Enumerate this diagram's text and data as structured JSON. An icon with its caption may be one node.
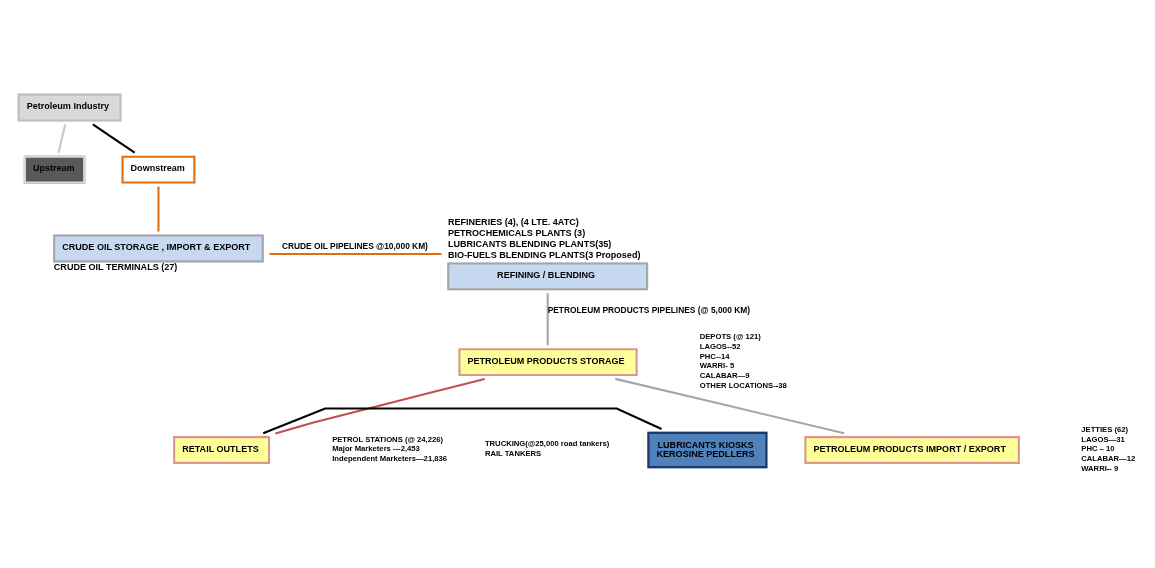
{
  "diagram": {
    "nodes": [
      {
        "text": [
          "Petroleum Industry"
        ]
      },
      {
        "text": [
          "Upstream"
        ]
      },
      {
        "text": [
          "Downstream"
        ]
      },
      {
        "text": [
          "CRUDE OIL STORAGE , IMPORT & EXPORT"
        ],
        "beside": [
          "CRUDE OIL TERMINALS (27)"
        ]
      },
      {
        "text": [
          "REFINING / BLENDING"
        ],
        "beside": [
          "REFINERIES (4), (4 LTE. 4ATC)",
          "PETROCHEMICALS PLANTS (3)",
          "LUBRICANTS BLENDING PLANTS(35)",
          "BIO-FUELS BLENDING PLANTS(3 Proposed)"
        ]
      },
      {
        "text": [
          "PETROLEUM PRODUCTS STORAGE"
        ]
      },
      {
        "text": [
          "PETROLEUM PRODUCTS IMPORT / EXPORT"
        ]
      },
      {
        "text": [
          "LUBRICANTS KIOSKS",
          "KEROSINE PEDLLERS"
        ]
      },
      {
        "text": [
          "RETAIL OUTLETS"
        ]
      }
    ],
    "edges": [
      {
        "from": 0,
        "to": 1,
        "arrow": "none",
        "color": "#c8c8c8"
      },
      {
        "from": 0,
        "to": 2,
        "arrow": "none",
        "color": "#000000"
      },
      {
        "from": 2,
        "to": 3,
        "arrow": "none",
        "color": "#e46c0a"
      },
      {
        "from": 3,
        "to": 4,
        "arrow": "none",
        "color": "#e46c0a",
        "label": "CRUDE OIL PIPELINES @10,000 KM)"
      },
      {
        "from": 4,
        "to": 5,
        "arrow": "none",
        "color": "#a6a6a6",
        "label": "PETROLEUM PRODUCTS PIPELINES (@ 5,000 KM)"
      },
      {
        "from": 6,
        "to": 5,
        "arrow": "none",
        "color": "#a6a6a6"
      },
      {
        "from": 5,
        "to": 8,
        "arrow": "none",
        "color": "#c0504d"
      },
      {
        "from": 7,
        "to": 8,
        "arrow": "none",
        "color": "#000000"
      }
    ],
    "labels": [
      "DEPOTS (@ 121)",
      "LAGOS--52",
      "PHC--14",
      "WARRI- 5",
      "CALABAR—9",
      "OTHER LOCATIONS--38",
      "JETTIES (62)",
      "LAGOS—31",
      "PHC – 10",
      "CALABAR—12",
      "WARRI-- 9",
      "TRUCKING(@25,000 road tankers)",
      "RAIL TANKERS",
      "PETROL STATIONS (@ 24,226)",
      "Major Marketers ---2,453",
      "Independent Marketers—21,836"
    ]
  }
}
